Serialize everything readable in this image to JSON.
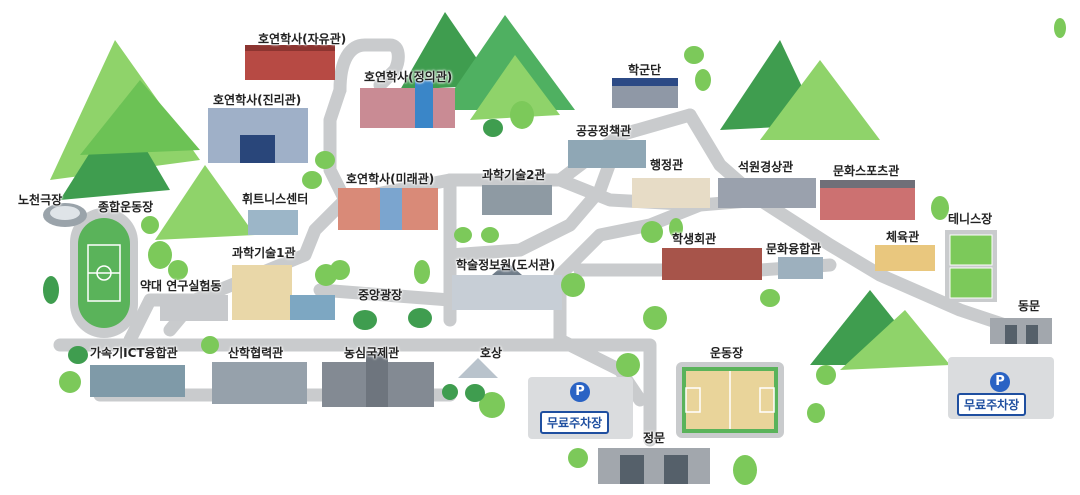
{
  "colors": {
    "road": "#c9cbcd",
    "mountain_light": "#8fd36a",
    "mountain_dark": "#3f9d4f",
    "tree": "#7cc95a",
    "field_green": "#5ab35a",
    "track": "#c9cbcd",
    "parking_blue": "#2a63c4",
    "background": "#ffffff"
  },
  "buildings": [
    {
      "key": "hoyeon_jayu",
      "label": "호연학사(자유관)",
      "icon": "dormitory-building"
    },
    {
      "key": "hoyeon_jeongui",
      "label": "호연학사(정의관)",
      "icon": "dormitory-building"
    },
    {
      "key": "hoyeon_jilli",
      "label": "호연학사(진리관)",
      "icon": "dormitory-building"
    },
    {
      "key": "hakgundan",
      "label": "학군단",
      "icon": "office-building"
    },
    {
      "key": "gonggong",
      "label": "공공정책관",
      "icon": "office-building"
    },
    {
      "key": "haengjeong",
      "label": "행정관",
      "icon": "office-building"
    },
    {
      "key": "seokwon",
      "label": "석원경상관",
      "icon": "office-building"
    },
    {
      "key": "munhwa_sports",
      "label": "문화스포츠관",
      "icon": "office-building"
    },
    {
      "key": "tennis",
      "label": "테니스장",
      "icon": "tennis-court"
    },
    {
      "key": "gymnasium",
      "label": "체육관",
      "icon": "gymnasium-building"
    },
    {
      "key": "nocheon",
      "label": "노천극장",
      "icon": "amphitheater"
    },
    {
      "key": "stadium",
      "label": "종합운동장",
      "icon": "stadium-field"
    },
    {
      "key": "fitness",
      "label": "휘트니스센터",
      "icon": "office-building"
    },
    {
      "key": "hoyeon_mirae",
      "label": "호연학사(미래관)",
      "icon": "dormitory-building"
    },
    {
      "key": "science2",
      "label": "과학기술2관",
      "icon": "office-building"
    },
    {
      "key": "student",
      "label": "학생회관",
      "icon": "office-building"
    },
    {
      "key": "munhwa_yunghap",
      "label": "문화융합관",
      "icon": "office-building"
    },
    {
      "key": "science1",
      "label": "과학기술1관",
      "icon": "office-building"
    },
    {
      "key": "pharmacy",
      "label": "약대 연구실험동",
      "icon": "office-building"
    },
    {
      "key": "library",
      "label": "학술정보원(도서관)",
      "icon": "library-building"
    },
    {
      "key": "plaza",
      "label": "중앙광장",
      "icon": "plaza"
    },
    {
      "key": "east_gate",
      "label": "동문",
      "icon": "gate"
    },
    {
      "key": "accelerator",
      "label": "가속기ICT융합관",
      "icon": "office-building"
    },
    {
      "key": "industry",
      "label": "산학협력관",
      "icon": "office-building"
    },
    {
      "key": "nongsim",
      "label": "농심국제관",
      "icon": "office-building"
    },
    {
      "key": "hosang",
      "label": "호상",
      "icon": "pavilion"
    },
    {
      "key": "playground",
      "label": "운동장",
      "icon": "sports-field"
    },
    {
      "key": "main_gate",
      "label": "정문",
      "icon": "gate"
    }
  ],
  "parking": [
    {
      "key": "parking_center",
      "symbol": "P",
      "label": "무료주차장"
    },
    {
      "key": "parking_east",
      "symbol": "P",
      "label": "무료주차장"
    }
  ]
}
